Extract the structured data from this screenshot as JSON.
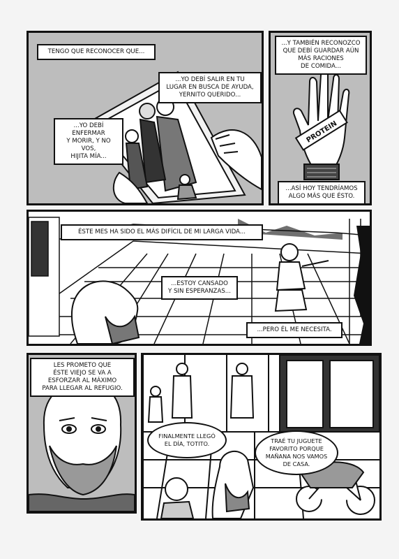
{
  "panels": {
    "p1": {
      "captions": [
        "TENGO QUE RECONOCER QUE...",
        "...YO DEBÍ SALIR EN TU\nLUGAR EN BUSCA DE AYUDA,\nYERNITO QUERIDO...",
        "...YO DEBÍ ENFERMAR\nY MORIR, Y NO VOS,\nHIJITA MÍA..."
      ]
    },
    "p2": {
      "captions": [
        "...Y TAMBIÉN RECONOZCO\nQUE DEBÍ GUARDAR AÚN\nMÁS RACIONES\nDE COMIDA...",
        "...ASÍ HOY TENDRÍAMOS\nALGO MÁS QUE ÉSTO."
      ],
      "wrapper_text": "PROTEIN"
    },
    "p3": {
      "captions": [
        "ÉSTE MES HA SIDO EL MÁS DIFÍCIL DE  MI LARGA VIDA...",
        "...ESTOY CANSADO\nY SIN ESPERANZAS...",
        "...PERO ÉL ME NECESITA."
      ]
    },
    "p4": {
      "captions": [
        "LES PROMETO QUE\nÉSTE VIEJO SE VA A\nESFORZAR AL MÁXIMO\nPARA LLEGAR AL REFUGIO."
      ]
    },
    "p5": {
      "bubbles": [
        "FINALMENTE LLEGÓ\nEL DÍA, TOTITO.",
        "TRAÉ TU JUGUETE\nFAVORITO PORQUE\nMAÑANA NOS VAMOS\nDE CASA."
      ]
    }
  }
}
